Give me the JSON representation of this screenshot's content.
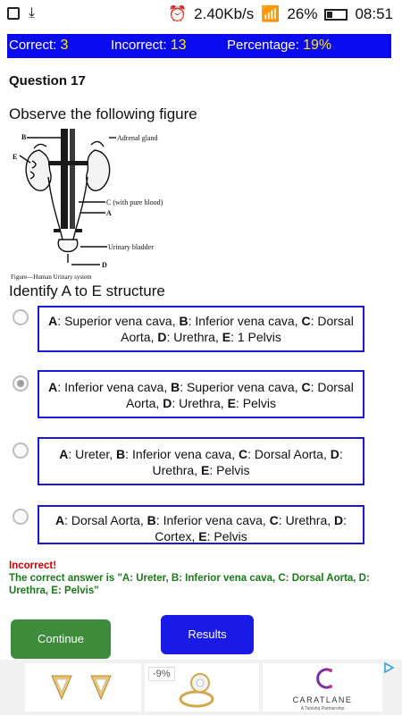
{
  "statusbar": {
    "network_speed": "2.40Kb/s",
    "battery": "26%",
    "time": "08:51"
  },
  "score": {
    "correct_label": "Correct:",
    "correct_value": "3",
    "incorrect_label": "Incorrect:",
    "incorrect_value": "13",
    "percentage_label": "Percentage:",
    "percentage_value": "19%"
  },
  "question": {
    "number": "Question 17",
    "prompt": "Observe the following figure",
    "instruction": "Identify A to E structure",
    "figure": {
      "labels": {
        "b": "B",
        "e": "E",
        "adrenal": "Adrenal gland",
        "c": "C (with pure blood)",
        "a": "A",
        "bladder": "Urinary bladder",
        "d": "D",
        "caption": "Figure—Human Urinary system"
      }
    }
  },
  "options": [
    {
      "a": "Superior vena cava",
      "b": "Inferior vena cava",
      "c": "Dorsal Aorta",
      "d": "Urethra",
      "e": "1 Pelvis",
      "selected": false
    },
    {
      "a": "Inferior vena cava",
      "b": "Superior vena cava",
      "c": "Dorsal Aorta",
      "d": "Urethra",
      "e": "Pelvis",
      "selected": true
    },
    {
      "a": "Ureter",
      "b": "Inferior vena cava",
      "c": "Dorsal Aorta",
      "d": "Urethra",
      "e": "Pelvis",
      "selected": false
    },
    {
      "a": "Dorsal Aorta",
      "b": "Inferior vena cava",
      "c": "Urethra",
      "d": "Cortex",
      "e": "Pelvis",
      "selected": false
    }
  ],
  "feedback": {
    "status": "Incorrect!",
    "correct_answer": "The correct answer is \"A: Ureter, B: Inferior vena cava, C: Dorsal Aorta, D: Urethra, E: Pelvis\""
  },
  "buttons": {
    "continue": "Continue",
    "results": "Results"
  },
  "ad": {
    "discount": "-9%",
    "brand": "CARATLANE",
    "brand_sub": "A Tanishq Partnership"
  },
  "colors": {
    "score_bar": "#0a0af0",
    "score_value": "#ffee00",
    "option_border": "#1a1ad6",
    "incorrect": "#d00000",
    "correct": "#1a7a1a",
    "continue_btn": "#3c8c3c",
    "results_btn": "#1a1ae6"
  }
}
